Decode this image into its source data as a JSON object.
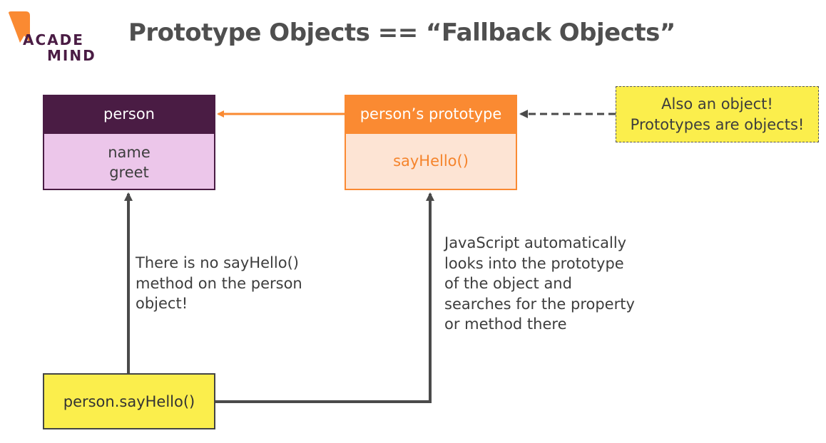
{
  "logo": {
    "line1": "ACADE",
    "line2": "MIND",
    "colors": {
      "mark": "#fa8a32",
      "text": "#4a1c44"
    }
  },
  "title": "Prototype Objects == “Fallback Objects”",
  "person_box": {
    "header": "person",
    "fields": [
      "name",
      "greet"
    ]
  },
  "prototype_box": {
    "header": "person’s prototype",
    "fields": [
      "sayHello()"
    ]
  },
  "note": {
    "lines": [
      "Also an object!",
      "Prototypes are objects!"
    ]
  },
  "call_box": {
    "label": "person.sayHello()"
  },
  "left_explanation": {
    "lines": [
      "There is no sayHello()",
      "method on the person",
      "object!"
    ]
  },
  "right_explanation": {
    "lines": [
      "JavaScript automatically",
      "looks into the prototype",
      "of the object and",
      "searches for the property",
      "or method there"
    ]
  },
  "colors": {
    "person_header": "#4a1c44",
    "person_body": "#ecc6ea",
    "prototype_header": "#fa8a32",
    "prototype_body": "#fde4d4",
    "note_fill": "#fbee4c",
    "arrow_dark": "#4a4a4a",
    "arrow_orange": "#fa8a32"
  }
}
